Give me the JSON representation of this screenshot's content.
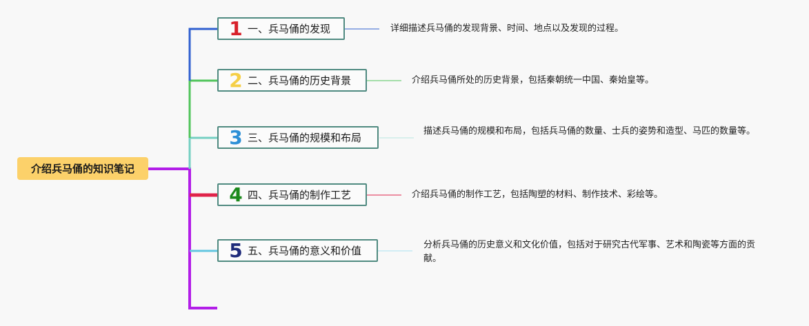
{
  "root": {
    "title": "介绍兵马俑的知识笔记"
  },
  "branches": [
    {
      "number": "1",
      "number_color": "#d8202a",
      "line_color": "#2f5fd0",
      "title": "一、兵马俑的发现",
      "description": "详细描述兵马俑的发现背景、时间、地点以及发现的过程。"
    },
    {
      "number": "2",
      "number_color": "#f5cf46",
      "line_color": "#4fc45a",
      "title": "二、兵马俑的历史背景",
      "description": "介绍兵马俑所处的历史背景，包括秦朝统一中国、秦始皇等。"
    },
    {
      "number": "3",
      "number_color": "#2c8fd6",
      "line_color": "#74cfc2",
      "title": "三、兵马俑的规模和布局",
      "description": "描述兵马俑的规模和布局，包括兵马俑的数量、士兵的姿势和造型、马匹的数量等。"
    },
    {
      "number": "4",
      "number_color": "#1d8a1d",
      "line_color": "#e0234a",
      "title": "四、兵马俑的制作工艺",
      "description": "介绍兵马俑的制作工艺，包括陶塑的材料、制作技术、彩绘等。"
    },
    {
      "number": "5",
      "number_color": "#1e2a7a",
      "line_color": "#62c6e0",
      "title": "五、兵马俑的意义和价值",
      "description": "分析兵马俑的历史意义和文化价值，包括对于研究古代军事、艺术和陶瓷等方面的贡献。"
    }
  ],
  "colors": {
    "root_bg": "#fcd16a",
    "main_trunk": "#b21ee8",
    "node_border": "#4f8a80"
  }
}
